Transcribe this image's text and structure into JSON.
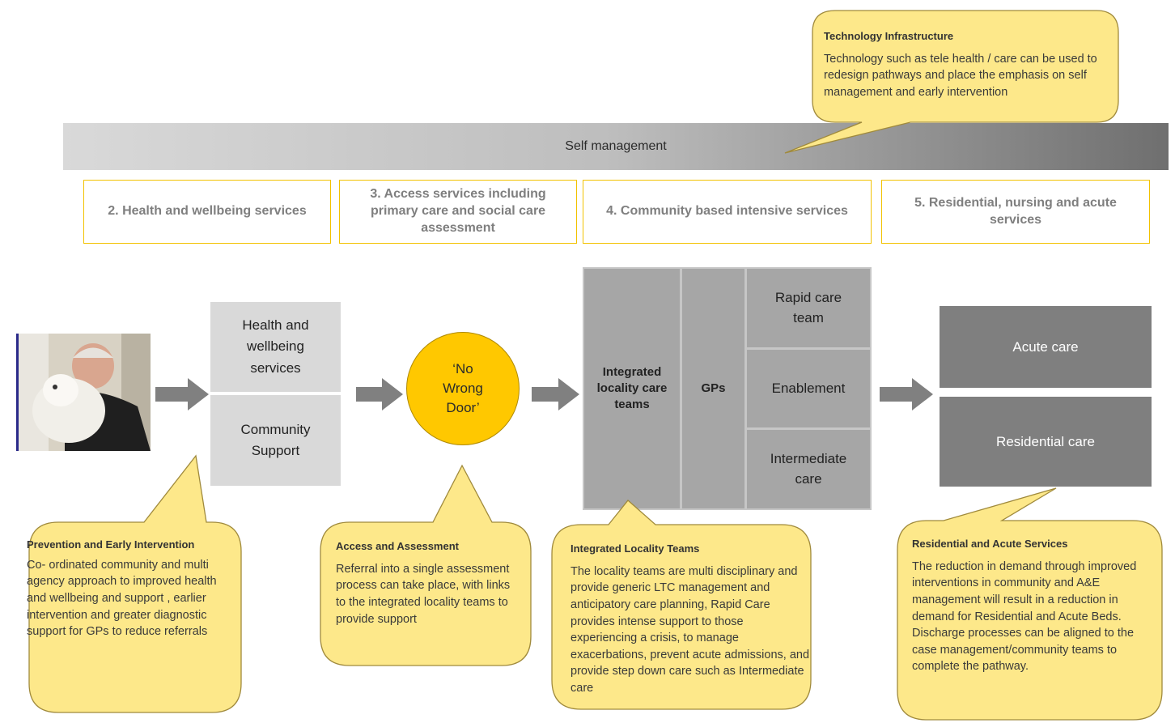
{
  "colors": {
    "callout_fill": "#fde88a",
    "callout_border": "#a08a3c",
    "accent_yellow": "#ffc800",
    "light_box": "#d9d9d9",
    "mid_box": "#a6a6a6",
    "dark_box": "#7f7f7f"
  },
  "bar": {
    "label": "Self management"
  },
  "stages": [
    "2. Health and wellbeing services",
    "3. Access services including primary care and social care assessment",
    "4. Community based intensive services",
    "5. Residential, nursing and acute services"
  ],
  "flow": {
    "health_box": "Health and wellbeing services",
    "community_box": "Community Support",
    "no_wrong_door": "‘No Wrong Door’",
    "integrated_teams": "Integrated locality care teams",
    "gps": "GPs",
    "rapid_care": "Rapid care team",
    "enablement": "Enablement",
    "intermediate": "Intermediate care",
    "acute": "Acute care",
    "residential": "Residential care"
  },
  "callouts": {
    "technology": {
      "title": "Technology Infrastructure",
      "body": "Technology  such as  tele health / care can be used to redesign pathways and place the emphasis on self management and early intervention"
    },
    "prevention": {
      "title": "Prevention and Early Intervention",
      "body": "Co- ordinated community and multi agency approach  to improved health and  wellbeing and support , earlier intervention and greater diagnostic support for GPs to reduce referrals"
    },
    "access": {
      "title": "Access and Assessment",
      "body": "Referral into a single assessment process can take place, with links to the integrated locality teams to provide  support"
    },
    "integrated": {
      "title": "Integrated Locality Teams",
      "body": "The locality  teams are multi disciplinary and provide generic LTC management and anticipatory care planning, Rapid Care provides intense support to those experiencing a crisis, to manage exacerbations, prevent acute admissions, and provide step down care such as  Intermediate  care"
    },
    "residential": {
      "title": "Residential and Acute Services",
      "body": "The reduction in demand through improved interventions in community and A&E management will result in a reduction in demand for  Residential and  Acute Beds.  Discharge processes can be aligned to the case management/community teams to complete the pathway."
    }
  }
}
